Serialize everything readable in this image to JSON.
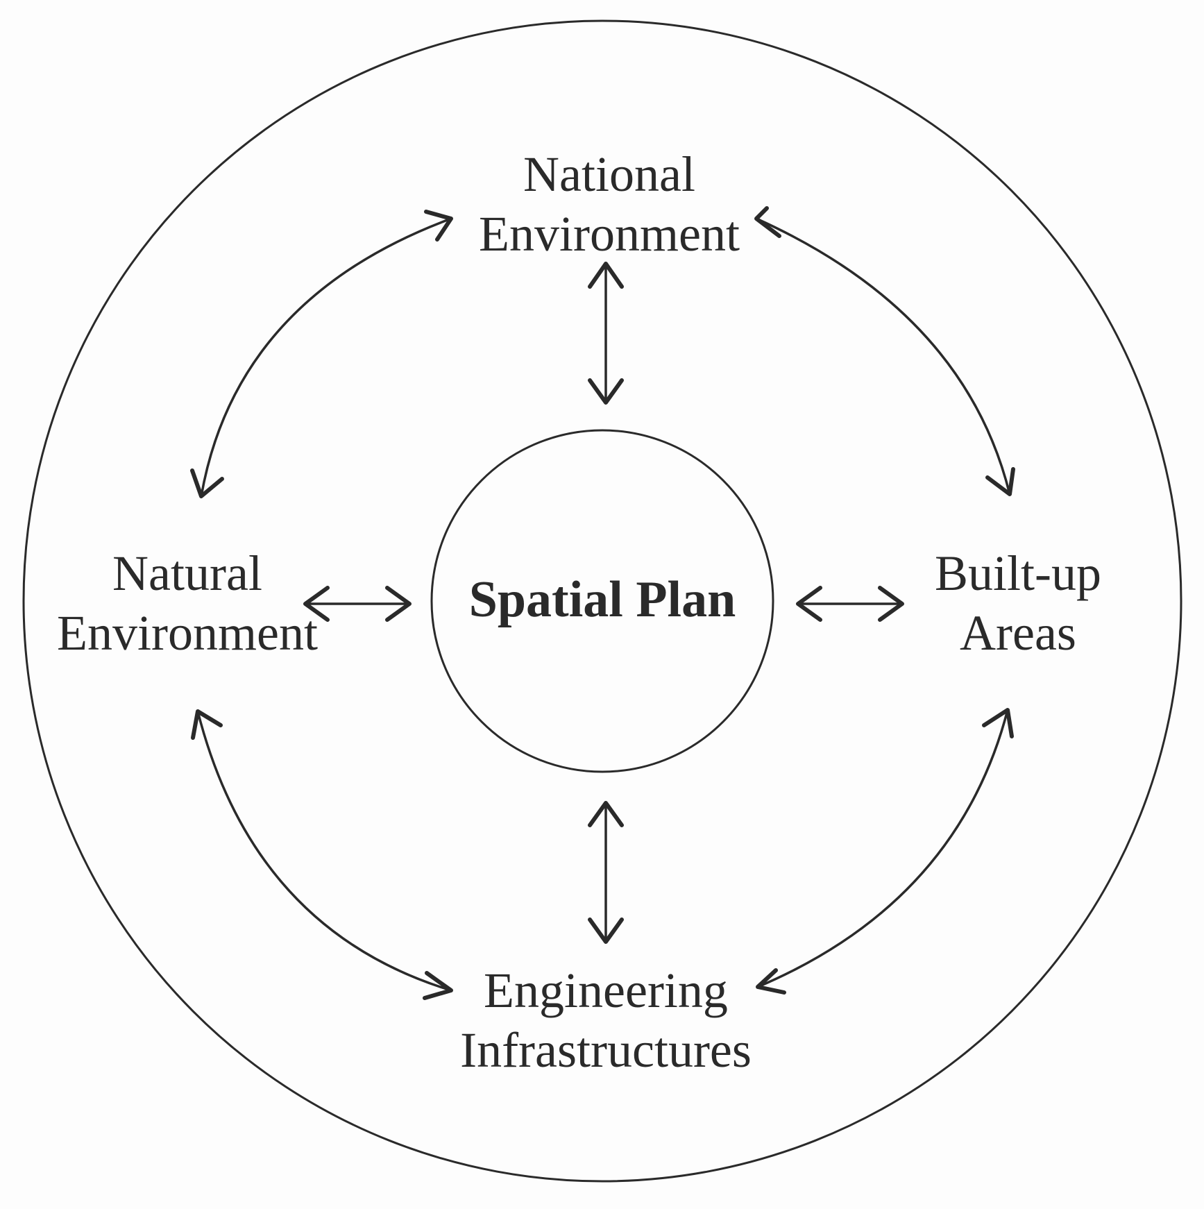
{
  "diagram": {
    "center": {
      "label": "Spatial Plan"
    },
    "nodes": {
      "top": {
        "line1": "National",
        "line2": "Environment"
      },
      "left": {
        "line1": "Natural",
        "line2": "Environment"
      },
      "right": {
        "line1": "Built-up",
        "line2": "Areas"
      },
      "bottom": {
        "line1": "Engineering",
        "line2": "Infrastructures"
      }
    },
    "connections": [
      {
        "from": "center",
        "to": "top",
        "direction": "both"
      },
      {
        "from": "center",
        "to": "left",
        "direction": "both"
      },
      {
        "from": "center",
        "to": "right",
        "direction": "both"
      },
      {
        "from": "center",
        "to": "bottom",
        "direction": "both"
      },
      {
        "from": "top",
        "to": "left",
        "direction": "both"
      },
      {
        "from": "top",
        "to": "right",
        "direction": "both"
      },
      {
        "from": "bottom",
        "to": "left",
        "direction": "both"
      },
      {
        "from": "bottom",
        "to": "right",
        "direction": "both"
      }
    ]
  }
}
